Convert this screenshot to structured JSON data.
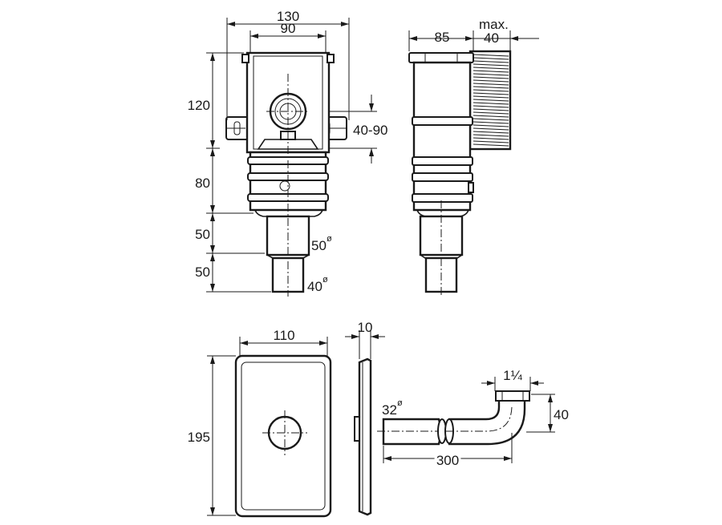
{
  "labels": {
    "front_width_outer": "130",
    "front_width_inner": "90",
    "box_height": "120",
    "mid_height": "80",
    "pipe1_height": "50",
    "pipe2_height": "50",
    "pipe1_diameter": "50",
    "pipe2_diameter": "40",
    "wall_range": "40-90",
    "side_depth": "85",
    "side_max_label": "max.",
    "side_max_value": "40",
    "cover_width": "110",
    "cover_height": "195",
    "cover_thickness": "10",
    "tube_diameter": "32",
    "tube_length": "300",
    "thread_size": "1¼",
    "elbow_height": "40",
    "diameter_symbol": "ø"
  }
}
